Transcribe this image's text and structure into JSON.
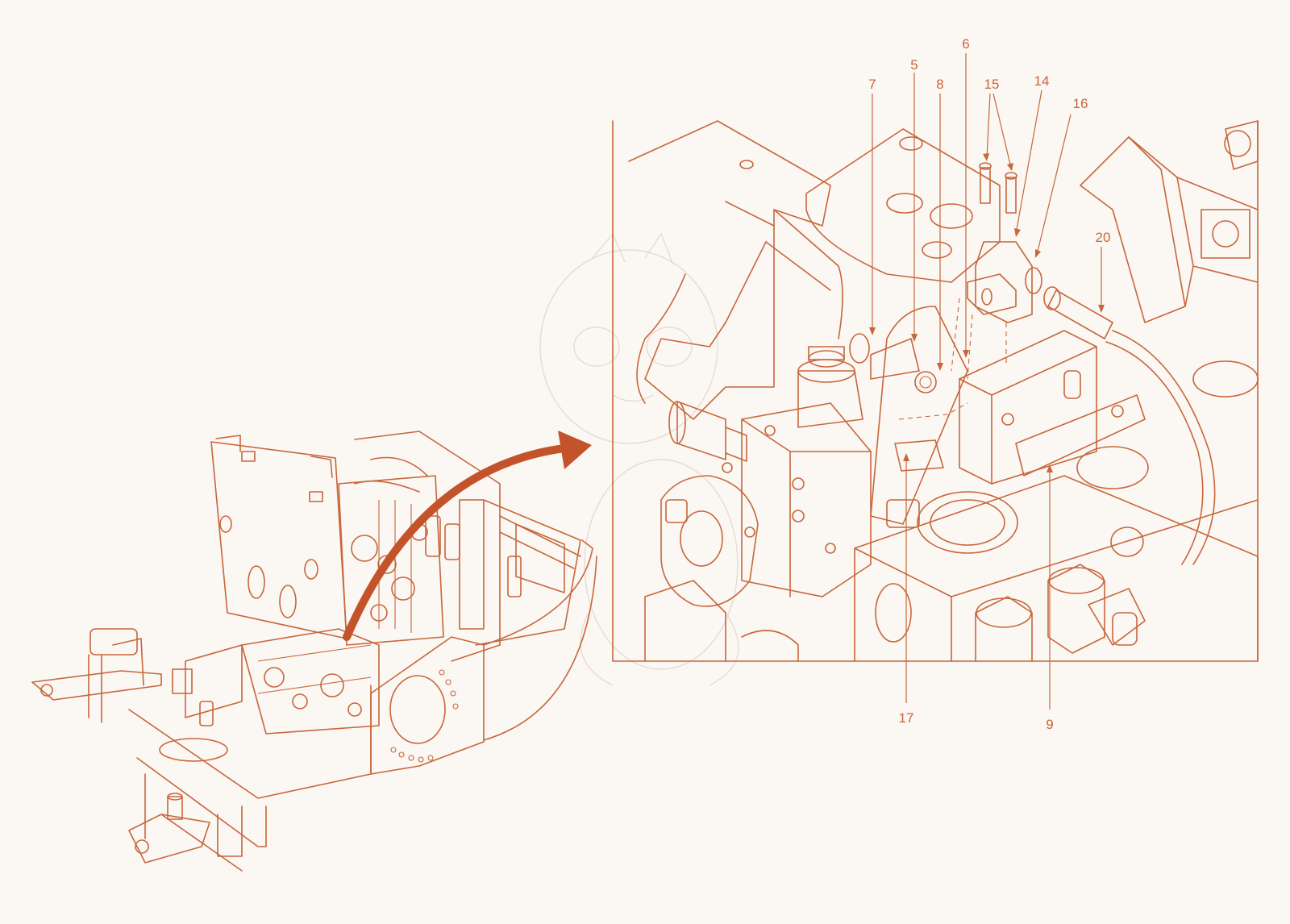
{
  "palette": {
    "background": "#fbf7f2",
    "line": "#c8663c",
    "arrow": "#c2532a",
    "watermark": "#e6dcd3"
  },
  "callouts": [
    {
      "id": "c5",
      "label": "5"
    },
    {
      "id": "c6",
      "label": "6"
    },
    {
      "id": "c7",
      "label": "7"
    },
    {
      "id": "c8",
      "label": "8"
    },
    {
      "id": "c15",
      "label": "15"
    },
    {
      "id": "c14",
      "label": "14"
    },
    {
      "id": "c16",
      "label": "16"
    },
    {
      "id": "c20",
      "label": "20"
    },
    {
      "id": "c17",
      "label": "17"
    },
    {
      "id": "c9",
      "label": "9"
    }
  ],
  "icons": {
    "zoom_arrow": "curved-arrow-icon",
    "watermark": "cartoon-dragon-watermark"
  }
}
